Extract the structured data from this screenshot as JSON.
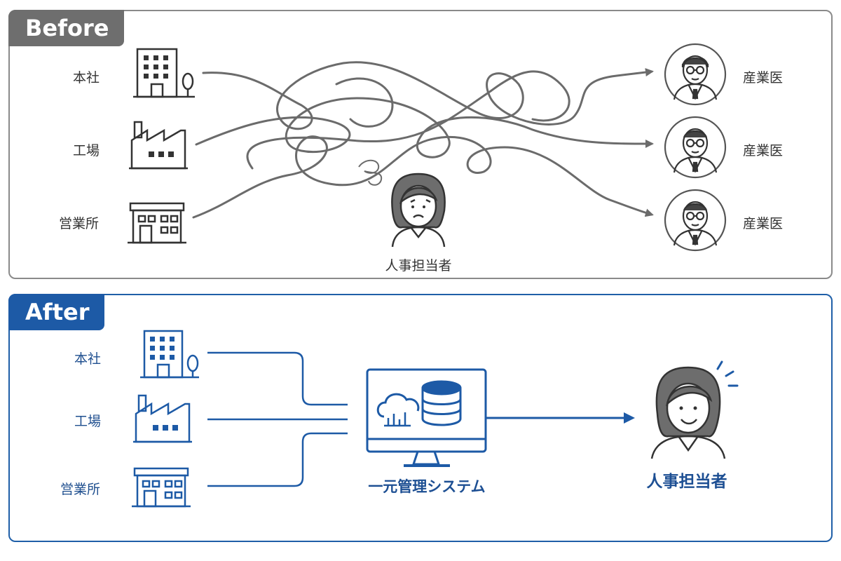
{
  "before": {
    "badge": "Before",
    "sites": [
      "本社",
      "工場",
      "営業所"
    ],
    "doctors": [
      "産業医",
      "産業医",
      "産業医"
    ],
    "hr_label": "人事担当者"
  },
  "after": {
    "badge": "After",
    "sites": [
      "本社",
      "工場",
      "営業所"
    ],
    "system_label": "一元管理システム",
    "hr_label": "人事担当者"
  },
  "colors": {
    "before": "#6e6e6e",
    "after": "#1d5aa6",
    "line_gray": "#6b6b6b"
  },
  "icons": {
    "sites": [
      "office-building-icon",
      "factory-icon",
      "shop-building-icon"
    ],
    "doctor": "doctor-avatar-icon",
    "hr_before": "worried-woman-icon",
    "hr_after": "happy-woman-icon",
    "system": "monitor-database-icon"
  }
}
